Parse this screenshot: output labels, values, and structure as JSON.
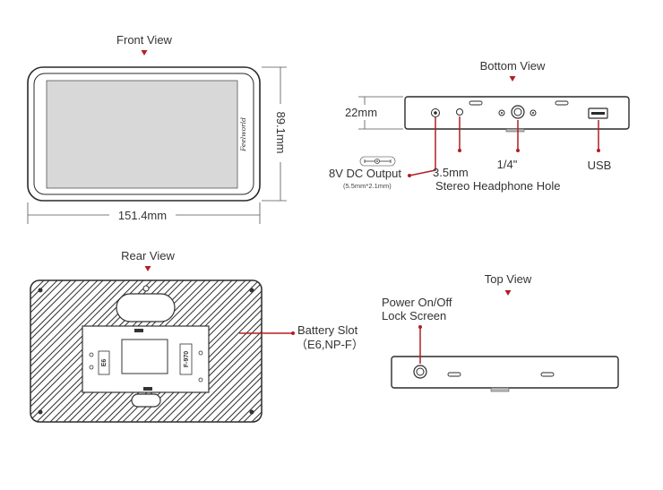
{
  "views": {
    "front": "Front View",
    "bottom": "Bottom View",
    "rear": "Rear View",
    "top": "Top View"
  },
  "dimensions": {
    "width": "151.4mm",
    "height": "89.1mm",
    "thickness": "22mm"
  },
  "brand": "Feelworld",
  "bottom_callouts": {
    "dc_output": "8V DC Output",
    "dc_spec": "(5.5mm*2.1mm)",
    "headphone_size": "3.5mm",
    "headphone_label": "Stereo Headphone Hole",
    "mount": "1/4\"",
    "usb": "USB"
  },
  "rear_callouts": {
    "battery_slot": "Battery Slot",
    "battery_types": "（E6,NP-F）",
    "plate_left": "E6",
    "plate_right": "F-970"
  },
  "top_callouts": {
    "power": "Power On/Off",
    "lock": "Lock Screen"
  },
  "colors": {
    "accent": "#b11f24",
    "line": "#2a2a2a"
  }
}
